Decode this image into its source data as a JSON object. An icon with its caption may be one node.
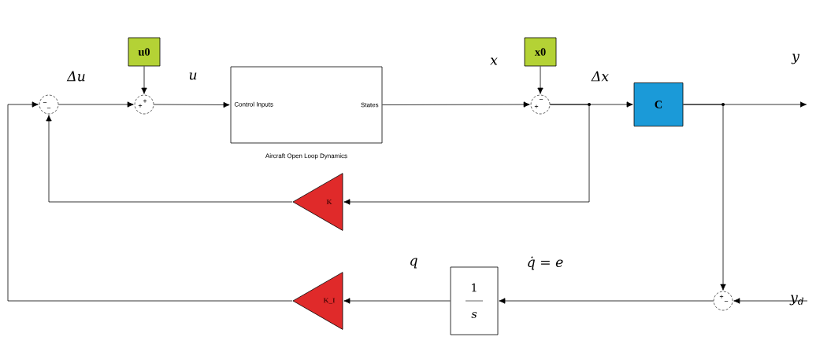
{
  "diagram": {
    "nodes": [
      {
        "text": [
          "u0"
        ]
      },
      {
        "text": [
          "x0"
        ]
      },
      {
        "text": [
          "−",
          "−"
        ]
      },
      {
        "text": [
          "+",
          "+"
        ]
      },
      {
        "text": [
          "Control Inputs",
          "States"
        ],
        "beside": [
          "Aircraft Open Loop Dynamics"
        ]
      },
      {
        "text": [
          "+",
          "−"
        ]
      },
      {
        "text": [
          "C"
        ]
      },
      {
        "text": [
          "K"
        ]
      },
      {
        "text": [
          "1",
          "s"
        ]
      },
      {
        "text": [
          "K_I"
        ]
      },
      {
        "text": [
          "+",
          "−"
        ]
      }
    ],
    "edges": [
      {
        "from": 0,
        "to": 3,
        "arrow": "to"
      },
      {
        "from": 1,
        "to": 5,
        "arrow": "to"
      },
      {
        "from": 2,
        "to": 3,
        "arrow": "to",
        "label": "Δu"
      },
      {
        "from": 3,
        "to": 4,
        "arrow": "to",
        "label": "u"
      },
      {
        "from": 4,
        "to": 5,
        "arrow": "to",
        "label": "x"
      },
      {
        "from": 5,
        "to": 6,
        "arrow": "to",
        "label": "Δx"
      },
      {
        "from": 5,
        "to": 7,
        "arrow": "to"
      },
      {
        "from": 7,
        "to": 2,
        "arrow": "to"
      },
      {
        "from": 6,
        "to": null,
        "arrow": "to",
        "label": "y"
      },
      {
        "from": 6,
        "to": 10,
        "arrow": "to"
      },
      {
        "from": null,
        "to": 10,
        "arrow": "to",
        "label": "y$_{d}$"
      },
      {
        "from": 10,
        "to": 8,
        "arrow": "to",
        "label": "q̇ = e"
      },
      {
        "from": 8,
        "to": 9,
        "arrow": "to",
        "label": "q"
      },
      {
        "from": 9,
        "to": 2,
        "arrow": "to"
      }
    ]
  }
}
